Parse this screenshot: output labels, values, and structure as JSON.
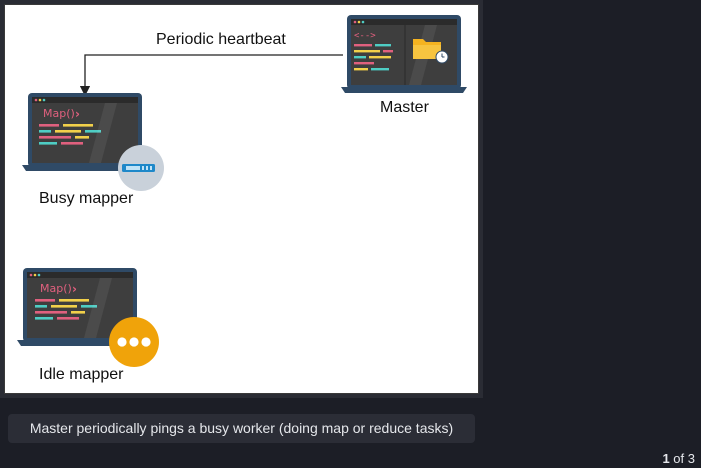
{
  "diagram": {
    "arrow_label": "Periodic heartbeat",
    "nodes": {
      "master": {
        "label": "Master"
      },
      "busy": {
        "label": "Busy mapper",
        "screen_text": "Map()"
      },
      "idle": {
        "label": "Idle mapper",
        "screen_text": "Map()"
      }
    }
  },
  "caption": "Master periodically pings a busy worker (doing map or reduce tasks)",
  "pager": {
    "current": "1",
    "sep": "of",
    "total": "3"
  },
  "colors": {
    "laptop_frame": "#2f4a66",
    "laptop_screen": "#404040",
    "code_pink": "#e0607e",
    "code_yellow": "#f2d04a",
    "code_teal": "#4ecdc4",
    "folder": "#f5b320",
    "status_busy": "#c9d1da",
    "status_idle": "#f0a30a"
  }
}
